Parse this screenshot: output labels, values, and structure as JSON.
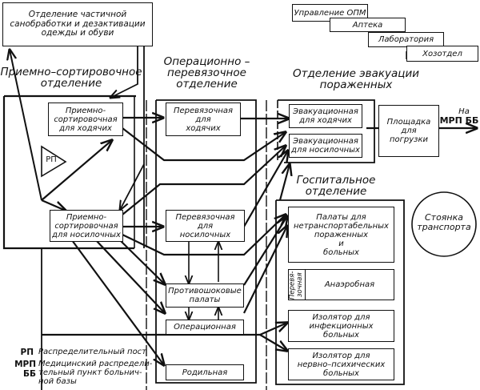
{
  "diagram": {
    "title": "",
    "top_admin_units": [
      {
        "id": "mgmt",
        "label": "Управление ОПМ"
      },
      {
        "id": "pharmacy",
        "label": "Аптека"
      },
      {
        "id": "lab",
        "label": "Лаборатория"
      },
      {
        "id": "supply",
        "label": "Хозотдел"
      }
    ],
    "sanitation": {
      "label": "Отделение частичной\nсанобработки и дезактивации\nодежды и обуви"
    },
    "departments": {
      "reception": {
        "title": "Приемно–сортировочное\nотделение",
        "rooms": {
          "walking": "Приемно-\nсортировочная\nдля ходячих",
          "stretcher": "Приемно-\nсортировочная\nдля носилочных"
        },
        "post_marker": "РП"
      },
      "surgical": {
        "title": "Операционно –\nперевязочное\nотделение",
        "rooms": {
          "dressing_walking": "Перевязочная\nдля\nходячих",
          "dressing_stretcher": "Перевязочная\nдля\nносилочных",
          "antishock": "Противошоковые\nпалаты",
          "operating": "Операционная",
          "maternity": "Родильная"
        }
      },
      "evacuation": {
        "title": "Отделение эвакуации\nпораженных",
        "rooms": {
          "evac_walking": "Эвакуационная\nдля ходячих",
          "evac_stretcher": "Эвакуационная\nдля носилочных"
        },
        "loading_area": "Площадка\nдля\nпогрузки",
        "destination_prefix": "На",
        "destination": "МРП ББ"
      },
      "hospital": {
        "title": "Госпитальное\nотделение",
        "rooms": {
          "wards": "Палаты для\nнетранспортабельных\nпораженных\nи\nбольных",
          "dressing_side": "Перевя-\nзочная",
          "anaerobic": "Анаэробная",
          "isolator_infectious": "Изолятор для\nинфекционных\nбольных",
          "isolator_psych": "Изолятор для\nнервно–психических\nбольных"
        }
      }
    },
    "transport_parking": "Стоянка\nтранспорта",
    "legend": [
      {
        "abbr": "РП",
        "desc": "Распределительный пост"
      },
      {
        "abbr": "МРП ББ",
        "desc": "Медицинский распредели-\nтельный пункт больнич-\nной базы"
      }
    ]
  }
}
